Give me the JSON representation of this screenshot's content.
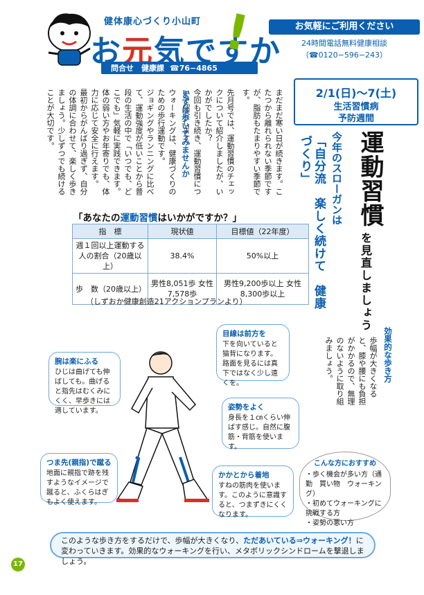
{
  "header": {
    "subtitle": "健体康心づくり小山町",
    "title_a": "お",
    "title_b": "元",
    "title_c": "気ですか",
    "exclaim": "!",
    "contact_label": "問合せ　健康課",
    "contact_tel": "☎76−4865"
  },
  "hotline": {
    "title": "お気軽にご利用ください",
    "line2": "24時間電話無料健康相談",
    "line3": "（☎0120−596−243）"
  },
  "event": {
    "date": "2/1(日)～7(土)",
    "line2": "生活習慣病",
    "line3": "予防週間"
  },
  "headline": {
    "main": "運動習慣",
    "sub": "を見直しましょう"
  },
  "slogan": {
    "label": "今年のスローガンは",
    "text": "「自分流　楽しく続けて　健康づくり」"
  },
  "body": {
    "para1": "まだまだ寒い日が続きます。こたつから離れられない季節ですが、脂肪もたまりやすい季節です。",
    "para2": "先月号では、運動習慣のチェックについて紹介しましたが、いかがでしたか？",
    "para3": "今回も引き続き、運動習慣について紹介します。",
    "section_head": "まずは歩いてみませんか",
    "para4": "ウォーキングは、健康づくりのための歩行運動です。",
    "para5": "ジョギングやランニングに比べて、運動強度が低いことから普段の生活の中で「いつでも、どこでも」気軽に実践できます。",
    "para6": "体の弱い方やお年寄りでも、体力に応じて安全に行えます。",
    "para7": "最初からがんばり過ぎず、自分の体調に合わせて、楽しく歩きましょう。少しずつでも続けることが大切です。"
  },
  "table": {
    "title_pre": "「あなたの",
    "title_hl": "運動習慣",
    "title_post": "はいかがですか？」",
    "headers": [
      "指　標",
      "現状値",
      "目標値（22年度）"
    ],
    "rows": [
      {
        "label": "週１回以上運動する人の割合（20歳以上）",
        "current": "38.4%",
        "target": "50%以上"
      },
      {
        "label": "歩　数（20歳以上）",
        "current": "男性8,051歩 女性7,578歩",
        "target": "男性9,200歩以上 女性8,300歩以上"
      }
    ],
    "note": "（しずおか健康創造21アクションプランより）"
  },
  "side_tip": {
    "title": "効果的な歩き方",
    "text": "歩幅が大きくなると、膝や腰にも負担がかかるので、無理のないように取り組みましょう。"
  },
  "callouts": {
    "arms": {
      "title": "腕は楽にふる",
      "text": "ひじは曲げても伸ばしても。曲げると指先はむくみにくく、早歩きには適しています。"
    },
    "eyes": {
      "title": "目線は前方を",
      "text": "下を向いていると猫背になります。路面を見るには真下ではなく少し遠くを。"
    },
    "posture": {
      "title": "姿勢をよく",
      "text": "身長を１㎝くらい伸ばす感じ。自然に腹筋・背筋を使います。"
    },
    "toes": {
      "title": "つま先(親指)で蹴る",
      "text": "地面に親指で跡を残すようなイメージで蹴ると、ふくらはぎもよく使えます。"
    },
    "heel": {
      "title": "かかとから着地",
      "text": "すねの筋肉を使います。このように意識すると、つまずきにくくなります。"
    }
  },
  "recommend": {
    "title": "こんな方におすすめ",
    "items": [
      "・歩く機会が多い方（通勤　買い物　ウォーキング）",
      "・初めてウォーキングに挑戦する方",
      "・姿勢の悪い方"
    ]
  },
  "banner": {
    "pre": "このような歩き方をするだけで、歩幅が大きくなり、",
    "em": "ただあいている⇒ウォーキング！",
    "post": "に変わっていきます。効果的なウォーキングを行い、メタボリックシンドロームを撃退しましょう。"
  },
  "page_number": "17",
  "colors": {
    "brand_blue": "#0a5fb0",
    "accent_green": "#7ab800",
    "accent_red": "#d93025"
  }
}
